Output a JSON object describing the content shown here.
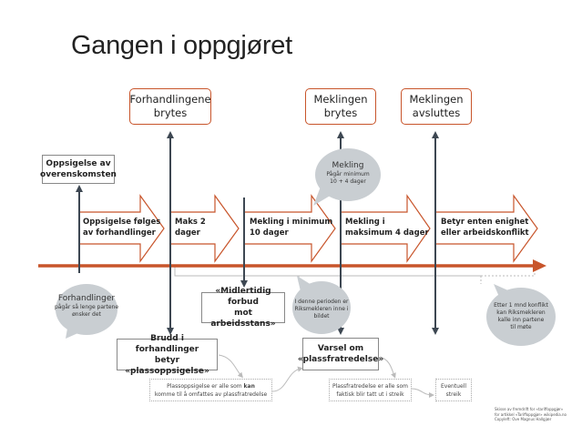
{
  "title": "Gangen i oppgjøret",
  "colors": {
    "accent": "#c8552b",
    "line": "#3d4752",
    "bubble": "#c9ced2"
  },
  "top_events": [
    {
      "line1": "Forhandlingene",
      "line2": "brytes"
    },
    {
      "line1": "Meklingen",
      "line2": "brytes"
    },
    {
      "line1": "Meklingen",
      "line2": "avsluttes"
    }
  ],
  "start_event": {
    "line1": "Oppsigelse av",
    "line2": "overenskomsten"
  },
  "phases": [
    {
      "line1": "Oppsigelse følges",
      "line2": "av forhandlinger"
    },
    {
      "line1": "Maks 2",
      "line2": "dager"
    },
    {
      "line1": "Mekling i minimum",
      "line2": "10 dager"
    },
    {
      "line1": "Mekling i",
      "line2": "maksimum 4 dager"
    },
    {
      "line1": "Betyr enten enighet",
      "line2": "eller arbeidskonflikt"
    }
  ],
  "bubbles": {
    "mekling": {
      "head": "Mekling",
      "sub1": "Pågår minimum",
      "sub2": "10 + 4 dager"
    },
    "forhandlinger": {
      "head": "Forhandlinger",
      "sub1": "pågår så lenge partene",
      "sub2": "ønsker det"
    },
    "periode": {
      "sub1": "I denne perioden er",
      "sub2": "Riksmekleren inne i",
      "sub3": "bildet"
    },
    "etter": {
      "sub1": "Etter 1 mnd konflikt",
      "sub2": "kan Riksmekleren",
      "sub3": "kalle inn partene",
      "sub4": "til møte"
    }
  },
  "bottom_events": {
    "midlertidig": {
      "line1": "«Midlertidig forbud",
      "line2": "mot arbeidsstans»"
    },
    "brudd": {
      "line1": "Brudd i forhandlinger",
      "line2": "betyr «plassoppsigelse»"
    },
    "varsel": {
      "line1": "Varsel om",
      "line2": "«plassfratredelse»"
    }
  },
  "notes": {
    "plassoppsigelse": {
      "pre": "Plassoppsigelse er alle som ",
      "bold": "kan",
      "line2": "komme til å omfattes av plassfratredelse"
    },
    "plassfratredelse": {
      "line1": "Plassfratredelse er alle som",
      "line2": "faktisk blir tatt ut i streik"
    },
    "streik": {
      "line1": "Eventuell",
      "line2": "streik"
    }
  },
  "footer": {
    "line1": "Skisse av fremdrift for «tariffoppgjør»",
    "line2": "for artikkel «Tariffoppgjør» wikipedia.no",
    "line3": "Copyleft: Ove Magnus Hallgjær"
  }
}
